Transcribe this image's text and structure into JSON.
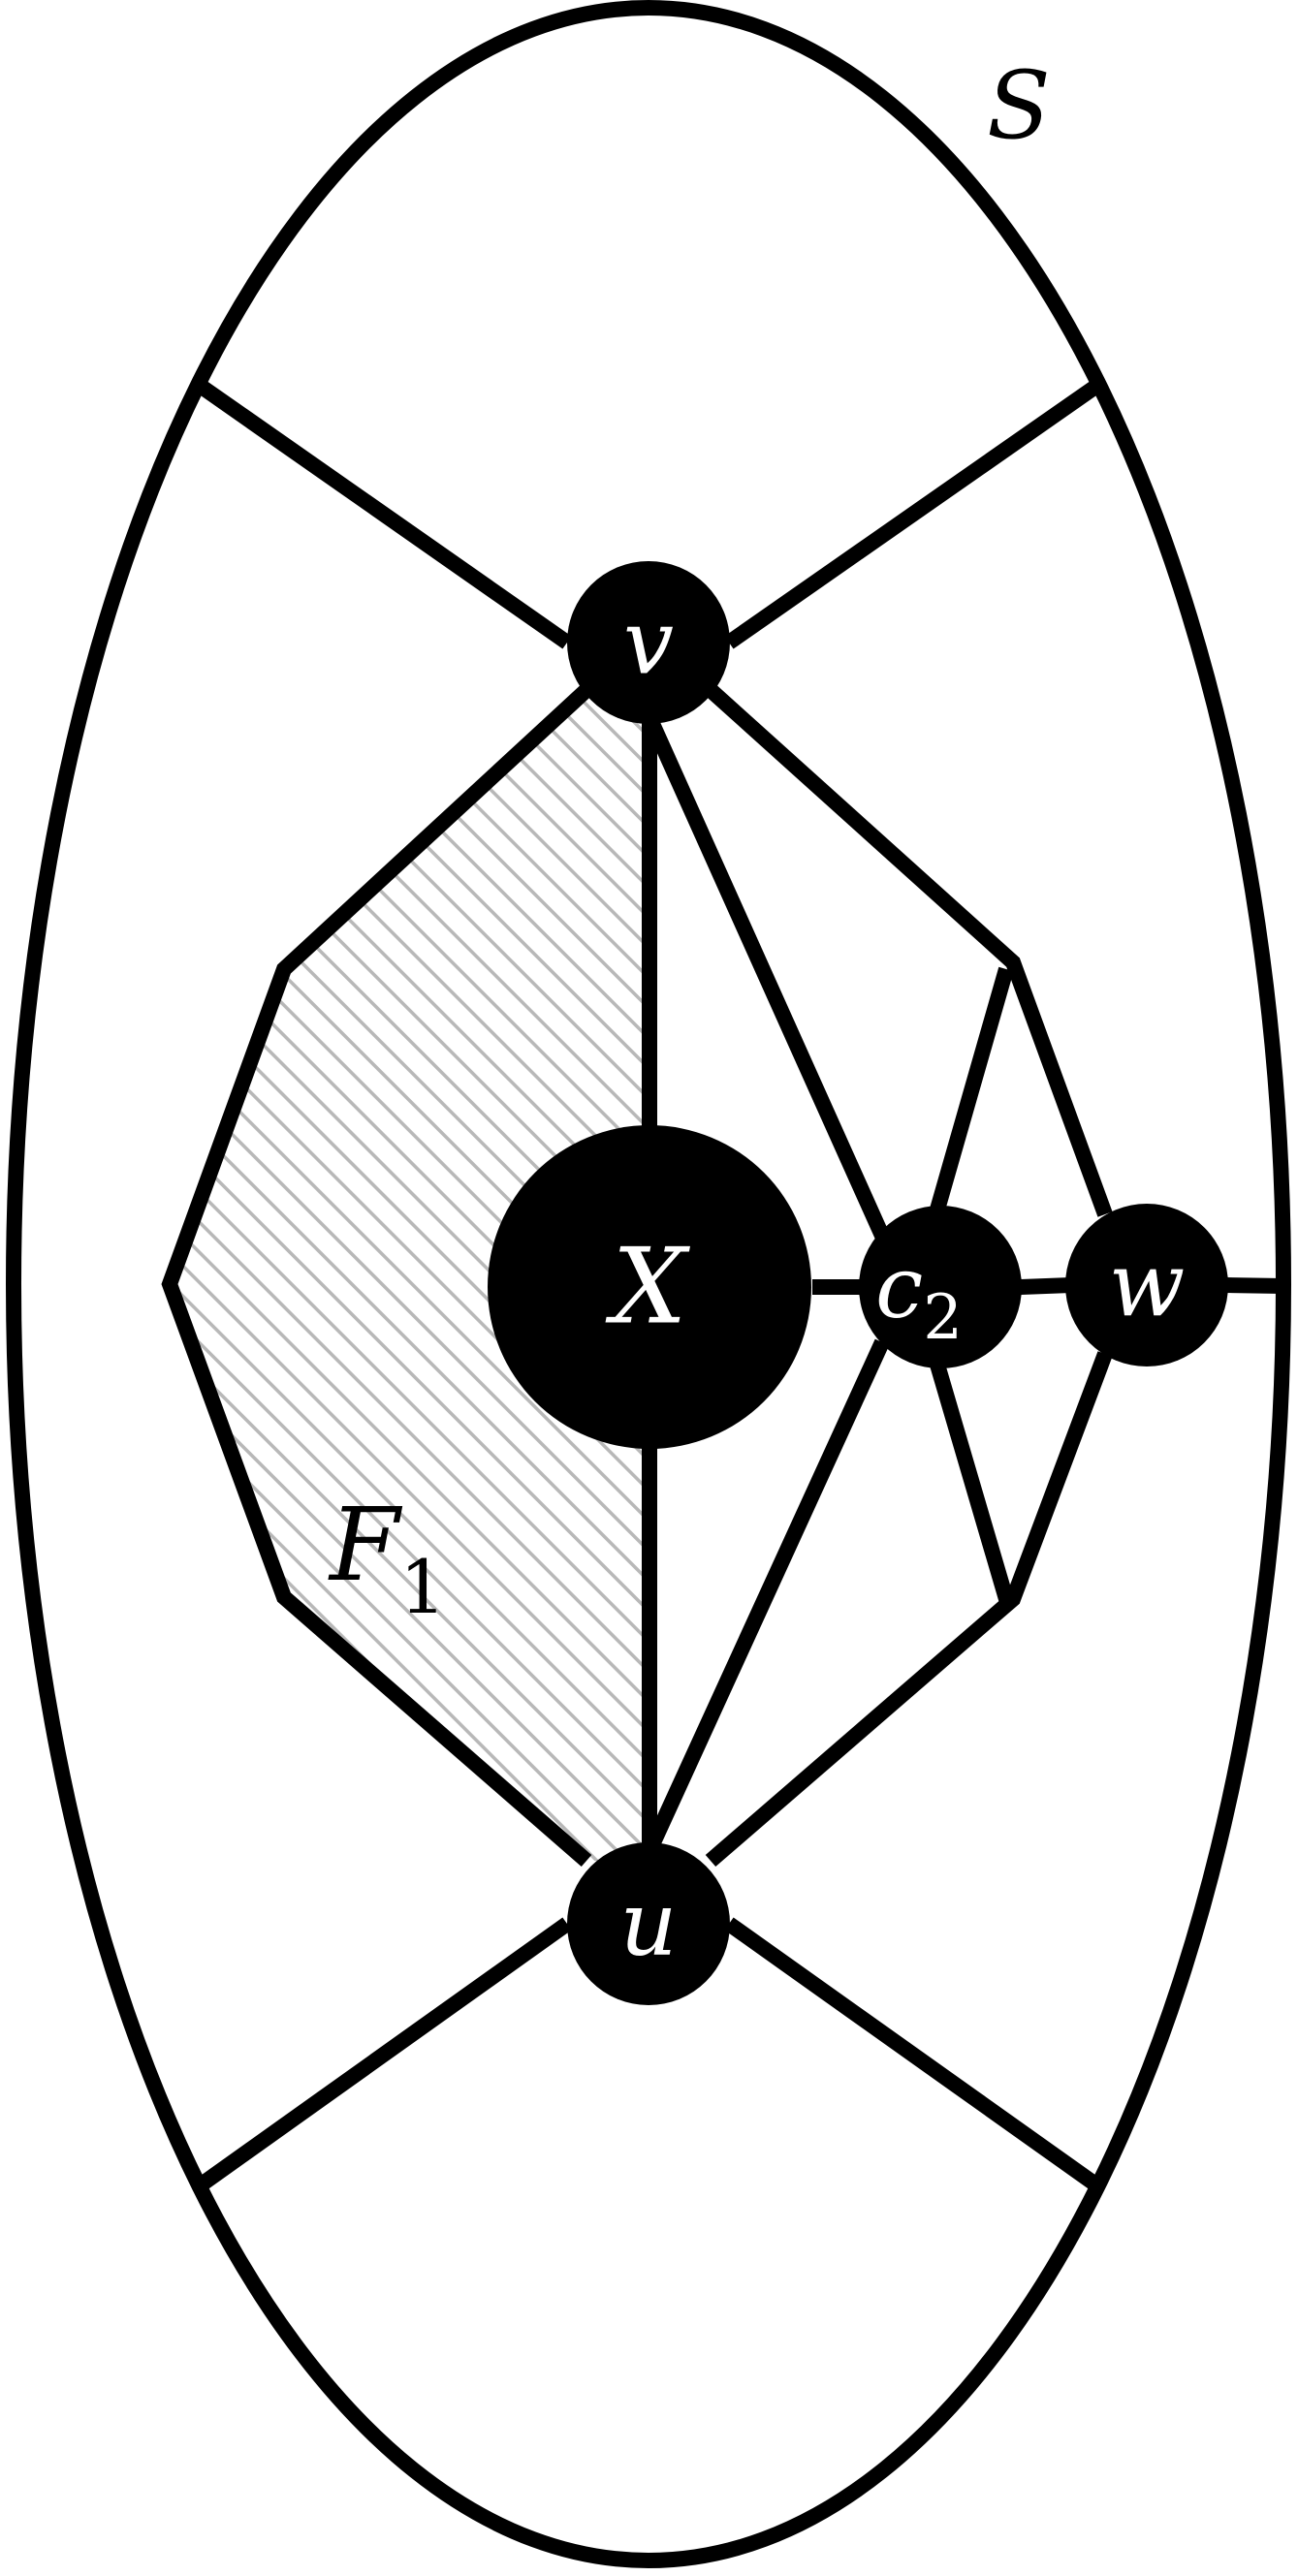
{
  "diagram": {
    "region_label": "S",
    "face_label": "F",
    "face_label_sub": "1",
    "nodes": {
      "v": "v",
      "X": "X",
      "u": "u",
      "c": "c",
      "c_sub": "2",
      "w": "w"
    },
    "colors": {
      "stroke": "#000000",
      "node_fill": "#000000",
      "node_text": "#ffffff",
      "hatch": "#b8b8b8",
      "background": "#ffffff"
    }
  }
}
